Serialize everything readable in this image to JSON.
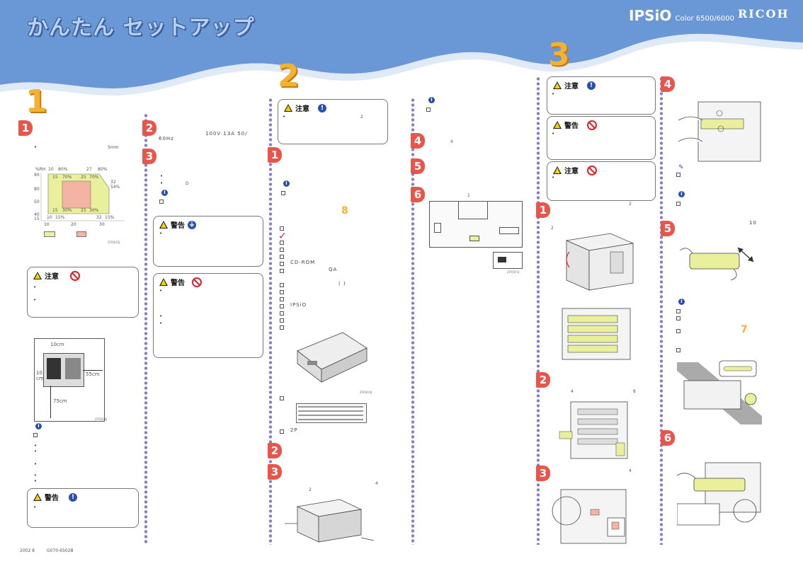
{
  "header": {
    "title": "かんたん セットアップ",
    "brand_logo": "IPSiO",
    "brand_model": "Color 6500/6000",
    "maker_logo": "RICOH",
    "bg_color": "#6a97d6"
  },
  "sections": {
    "s1": "1",
    "s2": "2",
    "s3": "3"
  },
  "col1": {
    "step1": "1",
    "note_5mm": "5mm",
    "chart": {
      "rh_label": "%RH",
      "top_labels": [
        "10",
        "80%",
        "27",
        "80%"
      ],
      "inner_labels": [
        "15",
        "70%",
        "25",
        "70%"
      ],
      "y_ticks": [
        "90",
        "80",
        "50",
        "40",
        "15"
      ],
      "right_labels": [
        "32",
        "54%"
      ],
      "bottom_inner": [
        "15",
        "30%",
        "25",
        "30%"
      ],
      "bottom_outer": [
        "10",
        "15%",
        "32",
        "15%"
      ],
      "x_ticks": [
        "10",
        "20",
        "30"
      ],
      "fig_code": "ZFPJ035J"
    },
    "caution_title": "注意",
    "space_top": "10cm",
    "space_left": "10\ncm",
    "space_right": "55cm",
    "space_bottom": "75cm",
    "space_fig_code": "ZFPJ036J",
    "warning_title": "警告",
    "footer_date": "2002  8",
    "footer_code": "G070-6502B"
  },
  "col2": {
    "step2": "2",
    "power_spec": "100V  13A      50/",
    "power_hz": "60Hz",
    "step3": "3",
    "ground_label": "D",
    "warning1_title": "警告",
    "warning2_title": "警告"
  },
  "col3": {
    "caution_title": "注意",
    "caution_num": "2",
    "step1": "1",
    "ref_page": "8",
    "list_items": [
      "CD-ROM",
      "QA",
      "(        )",
      "IPSiO"
    ],
    "fig1_code": "ZFPJ010J",
    "fig2_code": "2P",
    "step2": "2",
    "step3": "3",
    "step3_num1": "4",
    "step3_num2": "2"
  },
  "col4": {
    "step4": "4",
    "step4_num": "4",
    "step5": "5",
    "step6": "6",
    "step6_num": "1",
    "panel_code": "ZFPJ301J"
  },
  "col5": {
    "caution1_title": "注意",
    "warning_title": "警告",
    "caution2_title": "注意",
    "step1": "1",
    "step1_num": "2",
    "step1_sub": "2",
    "step2": "2",
    "step2_num1": "4",
    "step2_num2": "8",
    "step3": "3",
    "step3_num": "4"
  },
  "col6": {
    "step4": "4",
    "step5": "5",
    "step5_num": "10",
    "ref_page": "7",
    "step6": "6"
  }
}
